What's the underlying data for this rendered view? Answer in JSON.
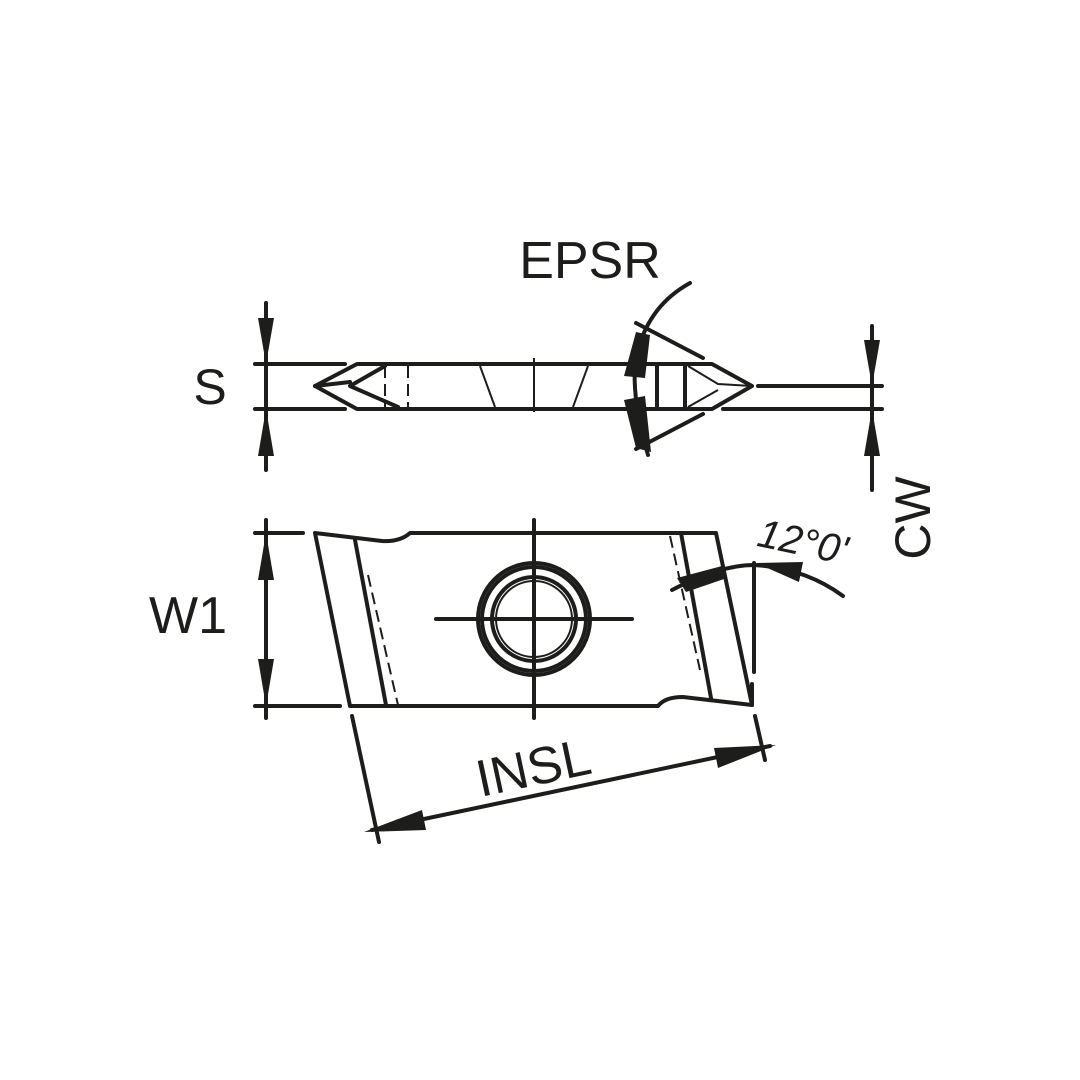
{
  "labels": {
    "epsr": "EPSR",
    "s": "S",
    "cw": "CW",
    "w1": "W1",
    "insl": "INSL",
    "angle": "12°0'"
  },
  "colors": {
    "line": "#1d1d1b",
    "background": "#ffffff"
  }
}
